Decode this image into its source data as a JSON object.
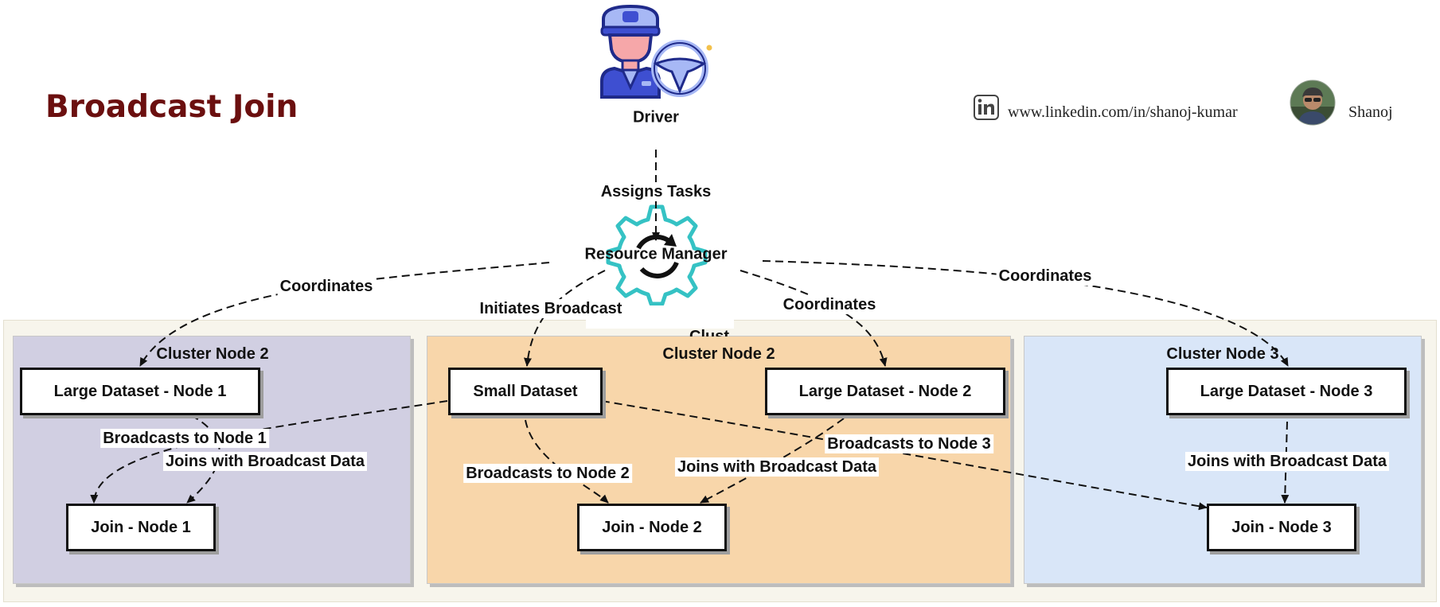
{
  "title": "Broadcast Join",
  "header": {
    "linkedin_url": "www.linkedin.com/in/shanoj-kumar",
    "author": "Shanoj"
  },
  "driver": {
    "label": "Driver",
    "icon": "driver-icon"
  },
  "resource_manager": {
    "label": "Resource Manager",
    "icon": "gear-icon"
  },
  "clusters": [
    {
      "id": "cl1",
      "label": "Cluster Node 2",
      "color": "#d1cfe2"
    },
    {
      "id": "cl2",
      "label": "Cluster Node 2",
      "color": "#f8d6aa"
    },
    {
      "id": "cl3",
      "label": "Cluster Node 3",
      "color": "#d9e6f8"
    }
  ],
  "nodes": {
    "large1": "Large Dataset - Node 1",
    "small": "Small Dataset",
    "large2": "Large Dataset - Node 2",
    "large3": "Large Dataset - Node 3",
    "join1": "Join - Node 1",
    "join2": "Join - Node 2",
    "join3": "Join - Node 3"
  },
  "edge_labels": {
    "assigns": "Assigns Tasks",
    "coord1": "Coordinates",
    "initiates": "Initiates Broadcast",
    "coord2": "Coordinates",
    "coord3": "Coordinates",
    "bcast1": "Broadcasts to Node 1",
    "joins1": "Joins with Broadcast Data",
    "bcast2": "Broadcasts to Node 2",
    "joins2": "Joins with Broadcast Data",
    "bcast3": "Broadcasts to Node 3",
    "joins3": "Joins with Broadcast Data"
  },
  "clipped_label": "Clust",
  "colors": {
    "title": "#6b0f0f",
    "gear": "#35c2c4",
    "driver_primary": "#3e4fd1",
    "driver_accent": "#a7b8f5"
  }
}
